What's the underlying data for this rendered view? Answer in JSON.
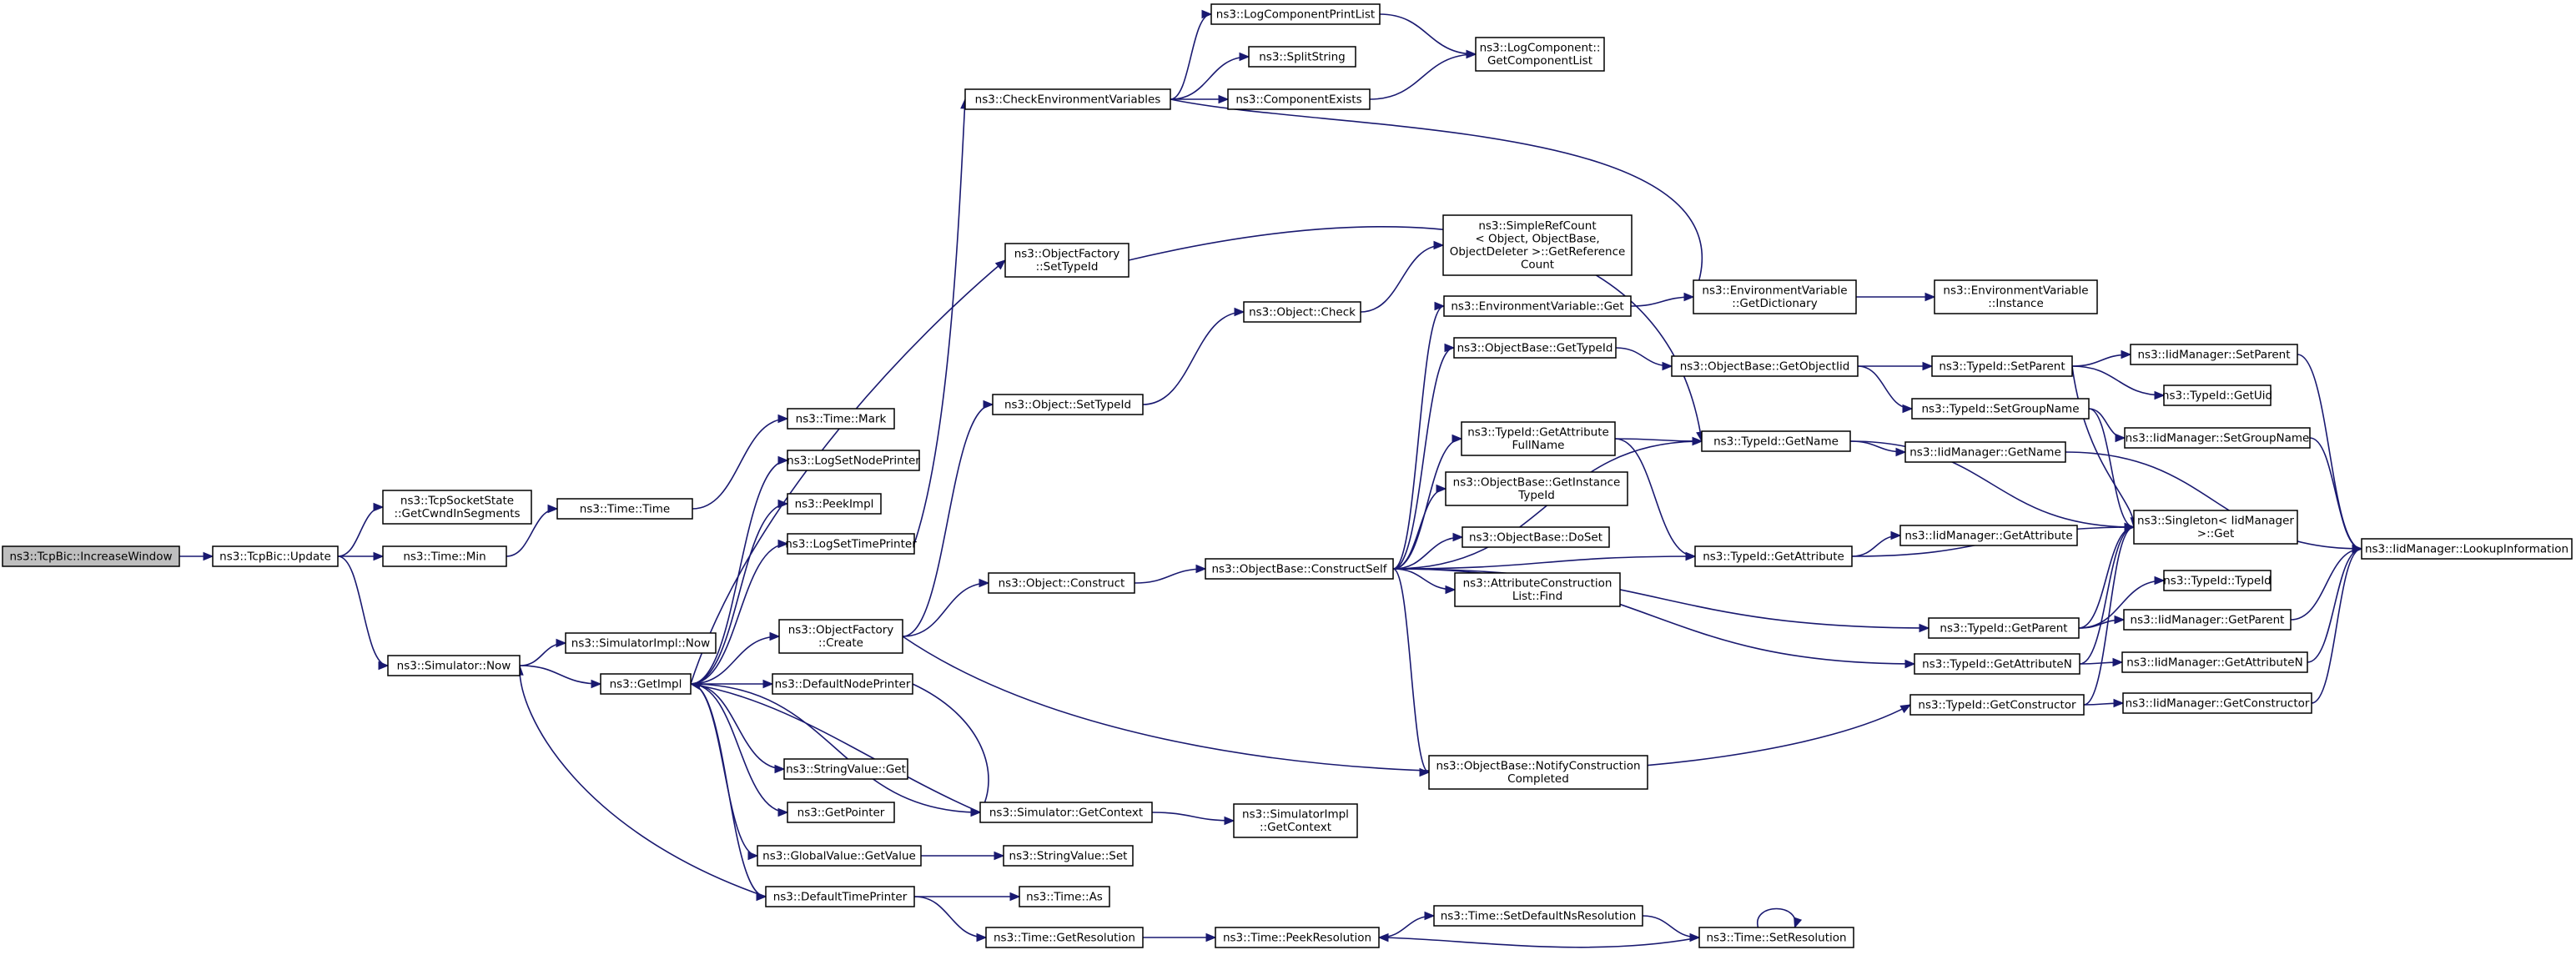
{
  "colors": {
    "edge": "#191970",
    "node_fill": "#ffffff",
    "root_fill": "#bfbfbf",
    "border": "#000000"
  },
  "nodes": [
    {
      "id": "increase-window",
      "lines": [
        "ns3::TcpBic::IncreaseWindow"
      ],
      "root": true
    },
    {
      "id": "update",
      "lines": [
        "ns3::TcpBic::Update"
      ]
    },
    {
      "id": "tcpsocketstate-getcwndinsegments",
      "lines": [
        "ns3::TcpSocketState",
        "::GetCwndInSegments"
      ]
    },
    {
      "id": "time-min",
      "lines": [
        "ns3::Time::Min"
      ]
    },
    {
      "id": "time-time",
      "lines": [
        "ns3::Time::Time"
      ]
    },
    {
      "id": "time-mark",
      "lines": [
        "ns3::Time::Mark"
      ]
    },
    {
      "id": "simulator-now",
      "lines": [
        "ns3::Simulator::Now"
      ]
    },
    {
      "id": "simulatorimpl-now",
      "lines": [
        "ns3::SimulatorImpl::Now"
      ]
    },
    {
      "id": "getimpl",
      "lines": [
        "ns3::GetImpl"
      ]
    },
    {
      "id": "logsetnodeprinter",
      "lines": [
        "ns3::LogSetNodePrinter"
      ]
    },
    {
      "id": "peekimpl",
      "lines": [
        "ns3::PeekImpl"
      ]
    },
    {
      "id": "logsettimeprinter",
      "lines": [
        "ns3::LogSetTimePrinter"
      ]
    },
    {
      "id": "objectfactory-create",
      "lines": [
        "ns3::ObjectFactory",
        "::Create"
      ]
    },
    {
      "id": "defaultnodeprinter",
      "lines": [
        "ns3::DefaultNodePrinter"
      ]
    },
    {
      "id": "stringvalue-get",
      "lines": [
        "ns3::StringValue::Get"
      ]
    },
    {
      "id": "getpointer",
      "lines": [
        "ns3::GetPointer"
      ]
    },
    {
      "id": "globalvalue-getvalue",
      "lines": [
        "ns3::GlobalValue::GetValue"
      ]
    },
    {
      "id": "defaulttimeprinter",
      "lines": [
        "ns3::DefaultTimePrinter"
      ]
    },
    {
      "id": "checkenvironmentvariables",
      "lines": [
        "ns3::CheckEnvironmentVariables"
      ]
    },
    {
      "id": "logcomponentprintlist",
      "lines": [
        "ns3::LogComponentPrintList"
      ]
    },
    {
      "id": "splitstring",
      "lines": [
        "ns3::SplitString"
      ]
    },
    {
      "id": "componentexists",
      "lines": [
        "ns3::ComponentExists"
      ]
    },
    {
      "id": "logcomponent-getcomponentlist",
      "lines": [
        "ns3::LogComponent::",
        "GetComponentList"
      ]
    },
    {
      "id": "objectfactory-settypeid",
      "lines": [
        "ns3::ObjectFactory",
        "::SetTypeId"
      ]
    },
    {
      "id": "object-settypeid",
      "lines": [
        "ns3::Object::SetTypeId"
      ]
    },
    {
      "id": "object-check",
      "lines": [
        "ns3::Object::Check"
      ]
    },
    {
      "id": "simplerefcount-getreferencecount",
      "lines": [
        "ns3::SimpleRefCount",
        "< Object, ObjectBase,",
        "ObjectDeleter >::GetReference",
        "Count"
      ]
    },
    {
      "id": "object-construct",
      "lines": [
        "ns3::Object::Construct"
      ]
    },
    {
      "id": "objectbase-constructself",
      "lines": [
        "ns3::ObjectBase::ConstructSelf"
      ]
    },
    {
      "id": "environmentvariable-get",
      "lines": [
        "ns3::EnvironmentVariable::Get"
      ]
    },
    {
      "id": "objectbase-gettypeid",
      "lines": [
        "ns3::ObjectBase::GetTypeId"
      ]
    },
    {
      "id": "typeid-getattributefullname",
      "lines": [
        "ns3::TypeId::GetAttribute",
        "FullName"
      ]
    },
    {
      "id": "objectbase-getinstancetypeid",
      "lines": [
        "ns3::ObjectBase::GetInstance",
        "TypeId"
      ]
    },
    {
      "id": "objectbase-doset",
      "lines": [
        "ns3::ObjectBase::DoSet"
      ]
    },
    {
      "id": "attributeconstructionlist-find",
      "lines": [
        "ns3::AttributeConstruction",
        "List::Find"
      ]
    },
    {
      "id": "objectbase-notifyconstructioncompleted",
      "lines": [
        "ns3::ObjectBase::NotifyConstruction",
        "Completed"
      ]
    },
    {
      "id": "environmentvariable-getdictionary",
      "lines": [
        "ns3::EnvironmentVariable",
        "::GetDictionary"
      ]
    },
    {
      "id": "environmentvariable-instance",
      "lines": [
        "ns3::EnvironmentVariable",
        "::Instance"
      ]
    },
    {
      "id": "objectbase-getobjectiid",
      "lines": [
        "ns3::ObjectBase::GetObjectIid"
      ]
    },
    {
      "id": "typeid-getname",
      "lines": [
        "ns3::TypeId::GetName"
      ]
    },
    {
      "id": "typeid-getattribute",
      "lines": [
        "ns3::TypeId::GetAttribute"
      ]
    },
    {
      "id": "typeid-getparent",
      "lines": [
        "ns3::TypeId::GetParent"
      ]
    },
    {
      "id": "typeid-getattributen",
      "lines": [
        "ns3::TypeId::GetAttributeN"
      ]
    },
    {
      "id": "typeid-getconstructor",
      "lines": [
        "ns3::TypeId::GetConstructor"
      ]
    },
    {
      "id": "typeid-setparent",
      "lines": [
        "ns3::TypeId::SetParent"
      ]
    },
    {
      "id": "typeid-setgroupname",
      "lines": [
        "ns3::TypeId::SetGroupName"
      ]
    },
    {
      "id": "iidmanager-getname",
      "lines": [
        "ns3::IidManager::GetName"
      ]
    },
    {
      "id": "iidmanager-getattribute",
      "lines": [
        "ns3::IidManager::GetAttribute"
      ]
    },
    {
      "id": "singleton-iidmanager-get",
      "lines": [
        "ns3::Singleton< IidManager",
        " >::Get"
      ]
    },
    {
      "id": "iidmanager-setparent",
      "lines": [
        "ns3::IidManager::SetParent"
      ]
    },
    {
      "id": "typeid-getuid",
      "lines": [
        "ns3::TypeId::GetUid"
      ]
    },
    {
      "id": "iidmanager-setgroupname",
      "lines": [
        "ns3::IidManager::SetGroupName"
      ]
    },
    {
      "id": "typeid-typeid",
      "lines": [
        "ns3::TypeId::TypeId"
      ]
    },
    {
      "id": "iidmanager-getparent",
      "lines": [
        "ns3::IidManager::GetParent"
      ]
    },
    {
      "id": "iidmanager-getattributen",
      "lines": [
        "ns3::IidManager::GetAttributeN"
      ]
    },
    {
      "id": "iidmanager-getconstructor",
      "lines": [
        "ns3::IidManager::GetConstructor"
      ]
    },
    {
      "id": "iidmanager-lookupinformation",
      "lines": [
        "ns3::IidManager::LookupInformation"
      ]
    },
    {
      "id": "simulator-getcontext",
      "lines": [
        "ns3::Simulator::GetContext"
      ]
    },
    {
      "id": "simulatorimpl-getcontext",
      "lines": [
        "ns3::SimulatorImpl",
        "::GetContext"
      ]
    },
    {
      "id": "stringvalue-set",
      "lines": [
        "ns3::StringValue::Set"
      ]
    },
    {
      "id": "time-as",
      "lines": [
        "ns3::Time::As"
      ]
    },
    {
      "id": "time-getresolution",
      "lines": [
        "ns3::Time::GetResolution"
      ]
    },
    {
      "id": "time-peekresolution",
      "lines": [
        "ns3::Time::PeekResolution"
      ]
    },
    {
      "id": "time-setdefaultnsresolution",
      "lines": [
        "ns3::Time::SetDefaultNsResolution"
      ]
    },
    {
      "id": "time-setresolution",
      "lines": [
        "ns3::Time::SetResolution"
      ]
    }
  ],
  "edges": [
    [
      "increase-window",
      "update"
    ],
    [
      "update",
      "tcpsocketstate-getcwndinsegments"
    ],
    [
      "update",
      "time-min"
    ],
    [
      "update",
      "simulator-now"
    ],
    [
      "time-min",
      "time-time"
    ],
    [
      "time-time",
      "time-mark"
    ],
    [
      "simulator-now",
      "simulatorimpl-now"
    ],
    [
      "simulator-now",
      "getimpl"
    ],
    [
      "getimpl",
      "logsetnodeprinter"
    ],
    [
      "getimpl",
      "peekimpl"
    ],
    [
      "getimpl",
      "logsettimeprinter"
    ],
    [
      "getimpl",
      "objectfactory-create"
    ],
    [
      "getimpl",
      "defaultnodeprinter"
    ],
    [
      "getimpl",
      "stringvalue-get"
    ],
    [
      "getimpl",
      "getpointer"
    ],
    [
      "getimpl",
      "globalvalue-getvalue"
    ],
    [
      "getimpl",
      "defaulttimeprinter"
    ],
    [
      "getimpl",
      "simulator-getcontext"
    ],
    [
      "getimpl",
      "objectfactory-settypeid"
    ],
    [
      "logsettimeprinter",
      "checkenvironmentvariables"
    ],
    [
      "checkenvironmentvariables",
      "logcomponentprintlist"
    ],
    [
      "checkenvironmentvariables",
      "splitstring"
    ],
    [
      "checkenvironmentvariables",
      "componentexists"
    ],
    [
      "checkenvironmentvariables",
      "environmentvariable-getdictionary"
    ],
    [
      "logcomponentprintlist",
      "logcomponent-getcomponentlist"
    ],
    [
      "componentexists",
      "logcomponent-getcomponentlist"
    ],
    [
      "objectfactory-settypeid",
      "typeid-getname"
    ],
    [
      "objectfactory-create",
      "object-settypeid"
    ],
    [
      "objectfactory-create",
      "object-construct"
    ],
    [
      "objectfactory-create",
      "typeid-getconstructor"
    ],
    [
      "object-settypeid",
      "object-check"
    ],
    [
      "object-check",
      "simplerefcount-getreferencecount"
    ],
    [
      "object-construct",
      "objectbase-constructself"
    ],
    [
      "objectbase-constructself",
      "environmentvariable-get"
    ],
    [
      "objectbase-constructself",
      "objectbase-gettypeid"
    ],
    [
      "objectbase-constructself",
      "typeid-getname"
    ],
    [
      "objectbase-constructself",
      "typeid-getattributefullname"
    ],
    [
      "objectbase-constructself",
      "objectbase-getinstancetypeid"
    ],
    [
      "objectbase-constructself",
      "objectbase-doset"
    ],
    [
      "objectbase-constructself",
      "attributeconstructionlist-find"
    ],
    [
      "objectbase-constructself",
      "typeid-getattribute"
    ],
    [
      "objectbase-constructself",
      "typeid-getparent"
    ],
    [
      "objectbase-constructself",
      "typeid-getattributen"
    ],
    [
      "objectbase-constructself",
      "objectbase-notifyconstructioncompleted"
    ],
    [
      "environmentvariable-get",
      "environmentvariable-getdictionary"
    ],
    [
      "environmentvariable-getdictionary",
      "environmentvariable-instance"
    ],
    [
      "objectbase-gettypeid",
      "objectbase-getobjectiid"
    ],
    [
      "objectbase-getobjectiid",
      "typeid-setparent"
    ],
    [
      "objectbase-getobjectiid",
      "typeid-setgroupname"
    ],
    [
      "typeid-getattributefullname",
      "typeid-getname"
    ],
    [
      "typeid-getattributefullname",
      "typeid-getattribute"
    ],
    [
      "typeid-getname",
      "iidmanager-getname"
    ],
    [
      "typeid-getname",
      "singleton-iidmanager-get"
    ],
    [
      "typeid-getattribute",
      "iidmanager-getattribute"
    ],
    [
      "typeid-getattribute",
      "singleton-iidmanager-get"
    ],
    [
      "typeid-setparent",
      "iidmanager-setparent"
    ],
    [
      "typeid-setparent",
      "typeid-getuid"
    ],
    [
      "typeid-setparent",
      "singleton-iidmanager-get"
    ],
    [
      "typeid-setgroupname",
      "iidmanager-setgroupname"
    ],
    [
      "typeid-setgroupname",
      "singleton-iidmanager-get"
    ],
    [
      "typeid-getparent",
      "typeid-typeid"
    ],
    [
      "typeid-getparent",
      "iidmanager-getparent"
    ],
    [
      "typeid-getparent",
      "singleton-iidmanager-get"
    ],
    [
      "typeid-getattributen",
      "iidmanager-getattributen"
    ],
    [
      "typeid-getattributen",
      "singleton-iidmanager-get"
    ],
    [
      "typeid-getconstructor",
      "iidmanager-getconstructor"
    ],
    [
      "typeid-getconstructor",
      "singleton-iidmanager-get"
    ],
    [
      "iidmanager-getname",
      "iidmanager-lookupinformation"
    ],
    [
      "iidmanager-setparent",
      "iidmanager-lookupinformation"
    ],
    [
      "iidmanager-setgroupname",
      "iidmanager-lookupinformation"
    ],
    [
      "iidmanager-getparent",
      "iidmanager-lookupinformation"
    ],
    [
      "iidmanager-getattributen",
      "iidmanager-lookupinformation"
    ],
    [
      "iidmanager-getconstructor",
      "iidmanager-lookupinformation"
    ],
    [
      "defaultnodeprinter",
      "simulator-getcontext"
    ],
    [
      "simulator-getcontext",
      "getimpl"
    ],
    [
      "simulator-getcontext",
      "simulatorimpl-getcontext"
    ],
    [
      "globalvalue-getvalue",
      "stringvalue-set"
    ],
    [
      "defaulttimeprinter",
      "simulator-now"
    ],
    [
      "defaulttimeprinter",
      "time-as"
    ],
    [
      "defaulttimeprinter",
      "time-getresolution"
    ],
    [
      "time-getresolution",
      "time-peekresolution"
    ],
    [
      "time-peekresolution",
      "time-setdefaultnsresolution"
    ],
    [
      "time-setdefaultnsresolution",
      "time-setresolution"
    ],
    [
      "time-setresolution",
      "time-peekresolution"
    ],
    [
      "time-setresolution",
      "time-setresolution"
    ]
  ]
}
